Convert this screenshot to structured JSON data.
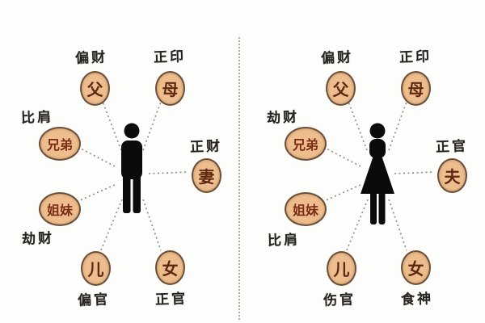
{
  "title": "bazi-ten-gods-kinship-diagram",
  "colors": {
    "background": "#fdfdfb",
    "circle_fill": "#edbd8e",
    "circle_border": "#6b4f38",
    "circle_text": "#5d2710",
    "label_text": "#27241f",
    "connector_line": "#8f8b85",
    "figure_silhouette": "#0b0b0b",
    "divider": "#b5ada3"
  },
  "panels": [
    {
      "name": "male-chart",
      "figure": "man-silhouette",
      "nodes": [
        {
          "god": "偏财",
          "kin": "父"
        },
        {
          "god": "正印",
          "kin": "母"
        },
        {
          "god": "比肩",
          "kin": "兄弟"
        },
        {
          "god": "正财",
          "kin": "妻"
        },
        {
          "god": "劫财",
          "kin": "姐妹"
        },
        {
          "god": "偏官",
          "kin": "儿"
        },
        {
          "god": "正官",
          "kin": "女"
        }
      ]
    },
    {
      "name": "female-chart",
      "figure": "woman-silhouette",
      "nodes": [
        {
          "god": "偏财",
          "kin": "父"
        },
        {
          "god": "正印",
          "kin": "母"
        },
        {
          "god": "劫财",
          "kin": "兄弟"
        },
        {
          "god": "正官",
          "kin": "夫"
        },
        {
          "god": "比肩",
          "kin": "姐妹"
        },
        {
          "god": "伤官",
          "kin": "儿"
        },
        {
          "god": "食神",
          "kin": "女"
        }
      ]
    }
  ]
}
